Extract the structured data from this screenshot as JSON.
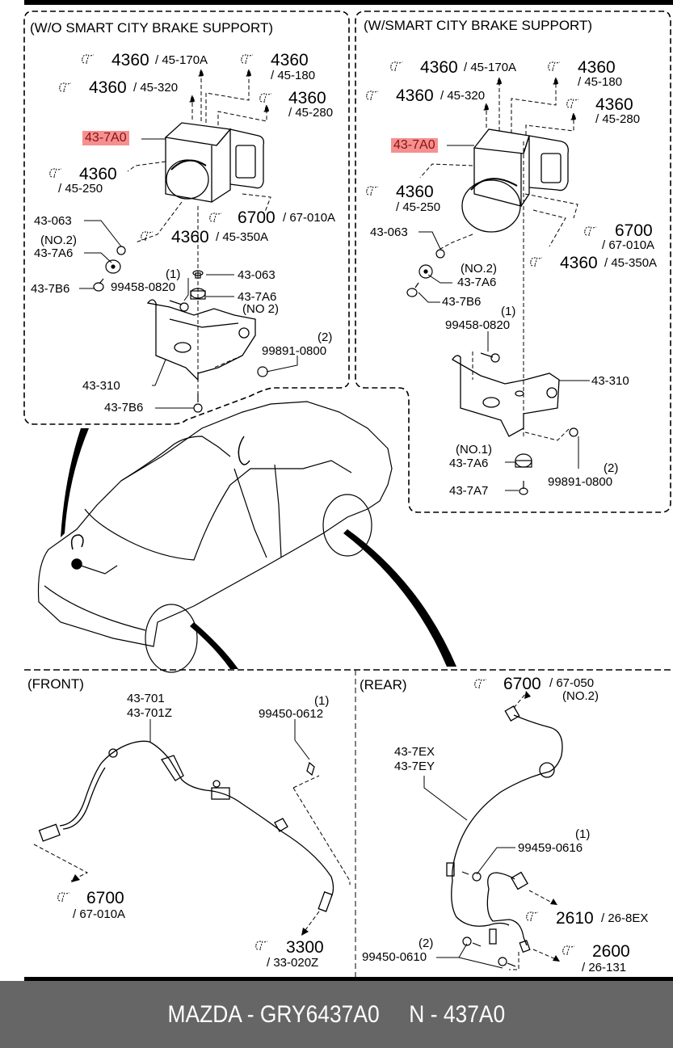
{
  "footer": {
    "text": "MAZDA - GRY6437A0     N - 437A0",
    "brand": "MAZDA",
    "part_number": "GRY6437A0",
    "ref_number": "N - 437A0",
    "bg_color": "#666666"
  },
  "highlight_color": "#f59090",
  "sections": {
    "wo_scbs": {
      "title": "(W/O SMART CITY BRAKE SUPPORT)",
      "refs": [
        {
          "group": "4360",
          "sub": "/ 45-170A"
        },
        {
          "group": "4360",
          "sub": "/ 45-180"
        },
        {
          "group": "4360",
          "sub": "/ 45-320"
        },
        {
          "group": "4360",
          "sub": "/ 45-280"
        },
        {
          "group": "4360",
          "sub": "/ 45-250"
        },
        {
          "group": "6700",
          "sub": "/ 67-010A"
        },
        {
          "group": "4360",
          "sub": "/ 45-350A"
        }
      ],
      "highlighted_part": "43-7A0",
      "parts": [
        {
          "code": "43-063"
        },
        {
          "code": "(NO.2)"
        },
        {
          "code": "43-7A6"
        },
        {
          "code": "43-7B6"
        },
        {
          "code": "(1)"
        },
        {
          "code": "99458-0820"
        },
        {
          "code": "43-063"
        },
        {
          "code": "43-7A6"
        },
        {
          "code": "(NO 2)"
        },
        {
          "code": "(2)"
        },
        {
          "code": "99891-0800"
        },
        {
          "code": "43-310"
        },
        {
          "code": "43-7B6"
        }
      ]
    },
    "w_scbs": {
      "title": "(W/SMART CITY BRAKE SUPPORT)",
      "refs": [
        {
          "group": "4360",
          "sub": "/ 45-170A"
        },
        {
          "group": "4360",
          "sub": "/ 45-180"
        },
        {
          "group": "4360",
          "sub": "/ 45-320"
        },
        {
          "group": "4360",
          "sub": "/ 45-280"
        },
        {
          "group": "4360",
          "sub": "/ 45-250"
        },
        {
          "group": "6700",
          "sub": "/ 67-010A"
        },
        {
          "group": "4360",
          "sub": "/ 45-350A"
        }
      ],
      "highlighted_part": "43-7A0",
      "parts": [
        {
          "code": "43-063"
        },
        {
          "code": "(NO.2)"
        },
        {
          "code": "43-7A6"
        },
        {
          "code": "43-7B6"
        },
        {
          "code": "(1)"
        },
        {
          "code": "99458-0820"
        },
        {
          "code": "43-310"
        },
        {
          "code": "(NO.1)"
        },
        {
          "code": "43-7A6"
        },
        {
          "code": "(2)"
        },
        {
          "code": "99891-0800"
        },
        {
          "code": "43-7A7"
        }
      ]
    },
    "front": {
      "title": "(FRONT)",
      "parts": [
        {
          "code": "43-701"
        },
        {
          "code": "43-701Z"
        },
        {
          "code": "(1)"
        },
        {
          "code": "99450-0612"
        }
      ],
      "refs": [
        {
          "group": "6700",
          "sub": "/ 67-010A"
        },
        {
          "group": "3300",
          "sub": "/ 33-020Z"
        }
      ]
    },
    "rear": {
      "title": "(REAR)",
      "refs": [
        {
          "group": "6700",
          "sub": "/ 67-050",
          "note": "(NO.2)"
        },
        {
          "group": "2610",
          "sub": "/ 26-8EX"
        },
        {
          "group": "2600",
          "sub": "/ 26-131"
        }
      ],
      "parts": [
        {
          "code": "43-7EX"
        },
        {
          "code": "43-7EY"
        },
        {
          "code": "(1)"
        },
        {
          "code": "99459-0616"
        },
        {
          "code": "(2)"
        },
        {
          "code": "99450-0610"
        }
      ]
    }
  }
}
